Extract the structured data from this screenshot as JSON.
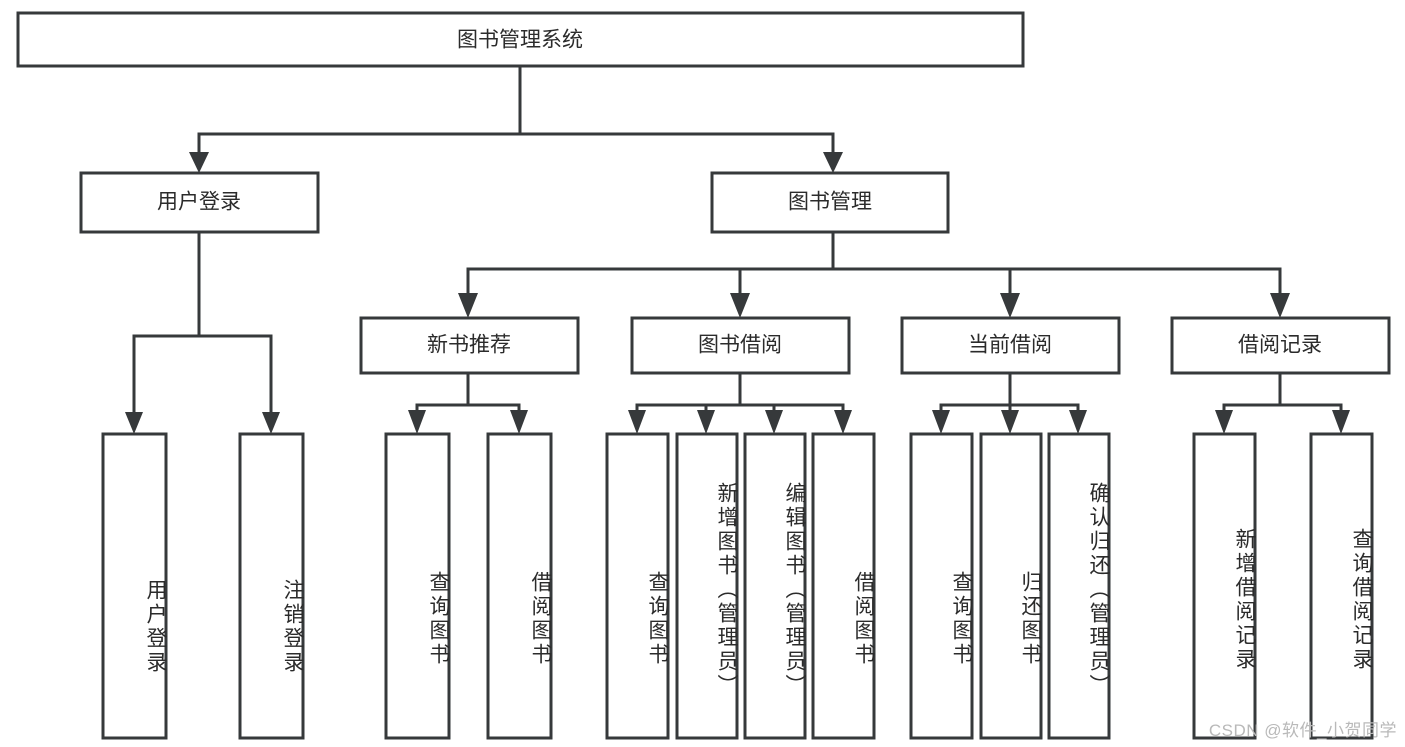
{
  "diagram": {
    "type": "tree-hierarchy",
    "title": "图书管理系统",
    "watermark": "CSDN @软件_小贺同学",
    "colors": {
      "stroke": "#36393b",
      "fill": "#ffffff",
      "text": "#2b2b2b",
      "watermark": "#b9b9b9"
    },
    "levels": {
      "root": {
        "label": "图书管理系统",
        "orientation": "horizontal"
      },
      "level2": [
        {
          "label": "用户登录",
          "orientation": "horizontal"
        },
        {
          "label": "图书管理",
          "orientation": "horizontal"
        }
      ],
      "level3": [
        {
          "label": "新书推荐",
          "orientation": "horizontal",
          "parent": "图书管理"
        },
        {
          "label": "图书借阅",
          "orientation": "horizontal",
          "parent": "图书管理"
        },
        {
          "label": "当前借阅",
          "orientation": "horizontal",
          "parent": "图书管理"
        },
        {
          "label": "借阅记录",
          "orientation": "horizontal",
          "parent": "图书管理"
        }
      ],
      "leaves": [
        {
          "label": "用户登录",
          "orientation": "vertical",
          "parent": "用户登录"
        },
        {
          "label": "注销登录",
          "orientation": "vertical",
          "parent": "用户登录"
        },
        {
          "label": "查询图书",
          "orientation": "vertical",
          "parent": "新书推荐"
        },
        {
          "label": "借阅图书",
          "orientation": "vertical",
          "parent": "新书推荐"
        },
        {
          "label": "查询图书",
          "orientation": "vertical",
          "parent": "图书借阅"
        },
        {
          "label": "新增图书（管理员）",
          "orientation": "vertical",
          "parent": "图书借阅"
        },
        {
          "label": "编辑图书（管理员）",
          "orientation": "vertical",
          "parent": "图书借阅"
        },
        {
          "label": "借阅图书",
          "orientation": "vertical",
          "parent": "图书借阅"
        },
        {
          "label": "查询图书",
          "orientation": "vertical",
          "parent": "当前借阅"
        },
        {
          "label": "归还图书",
          "orientation": "vertical",
          "parent": "当前借阅"
        },
        {
          "label": "确认归还（管理员）",
          "orientation": "vertical",
          "parent": "当前借阅"
        },
        {
          "label": "新增借阅记录",
          "orientation": "vertical",
          "parent": "借阅记录"
        },
        {
          "label": "查询借阅记录",
          "orientation": "vertical",
          "parent": "借阅记录"
        }
      ]
    }
  }
}
